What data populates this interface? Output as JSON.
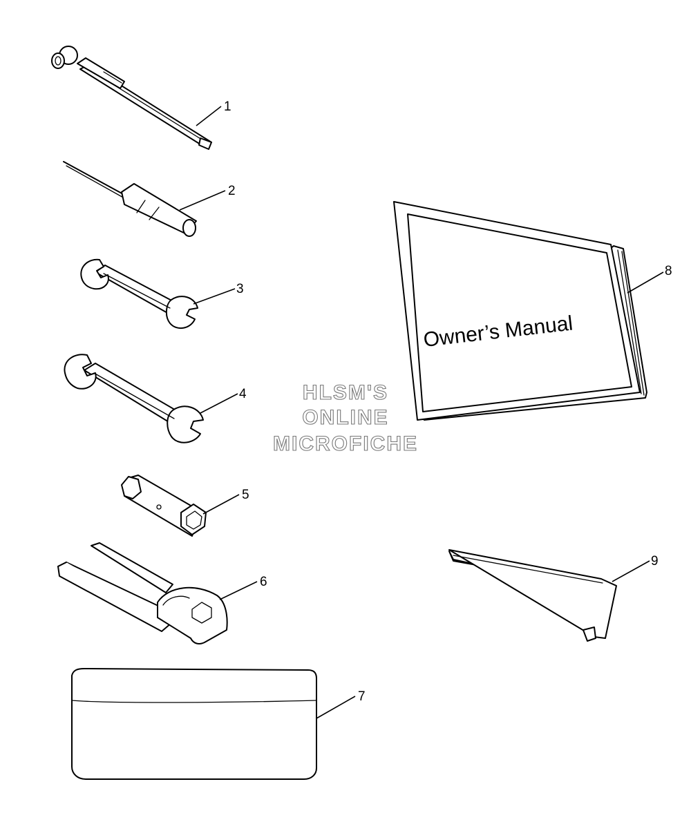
{
  "callouts": [
    "1",
    "2",
    "3",
    "4",
    "5",
    "6",
    "7",
    "8",
    "9"
  ],
  "manual": {
    "cover_text": "Owner’s Manual"
  },
  "watermark": {
    "line1": "HLSM'S",
    "line2": "ONLINE",
    "line3": "MICROFICHE"
  },
  "colors": {
    "line": "#000000",
    "watermark_outline": "#777777",
    "background": "#ffffff"
  }
}
